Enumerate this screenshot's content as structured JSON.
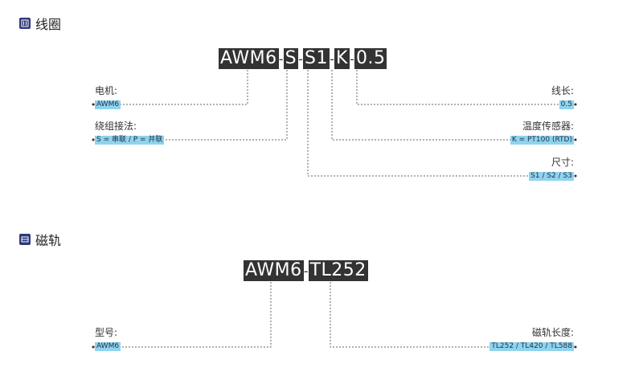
{
  "sections": {
    "wire": {
      "title": "线圈",
      "code_segments": [
        "AWM6",
        "S",
        "S1",
        "K",
        "0.5"
      ],
      "separator": "-",
      "fields": {
        "motor": {
          "label": "电机:",
          "value": "AWM6"
        },
        "winding": {
          "label": "绕组接法:",
          "value": "S = 串联 / P = 并联"
        },
        "length": {
          "label": "线长:",
          "value": "0.5"
        },
        "temp": {
          "label": "温度传感器:",
          "value": "K = PT100 (RTD)"
        },
        "size": {
          "label": "尺寸:",
          "value": "S1 / S2 / S3"
        }
      }
    },
    "track": {
      "title": "磁轨",
      "code_segments": [
        "AWM6",
        "TL252"
      ],
      "separator": "-",
      "fields": {
        "model": {
          "label": "型号:",
          "value": "AWM6"
        },
        "track_len": {
          "label": "磁轨长度:",
          "value": "TL252 / TL420 / TL588"
        }
      }
    }
  },
  "colors": {
    "code_bg": "#333333",
    "value_bg": "#8fd3ee",
    "icon_bg": "#2f3a7a"
  }
}
